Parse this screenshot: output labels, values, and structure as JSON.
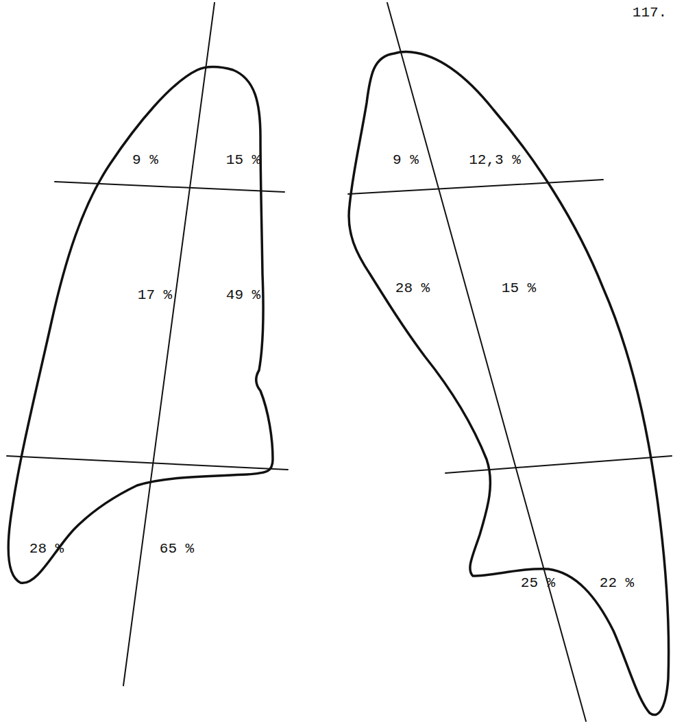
{
  "diagram": {
    "labels": [
      "117.",
      "9 %",
      "15 %",
      "17 %",
      "49 %",
      "28 %",
      "65 %",
      "9 %",
      "12,3 %",
      "28 %",
      "15 %",
      "25 %",
      "22 %"
    ]
  }
}
